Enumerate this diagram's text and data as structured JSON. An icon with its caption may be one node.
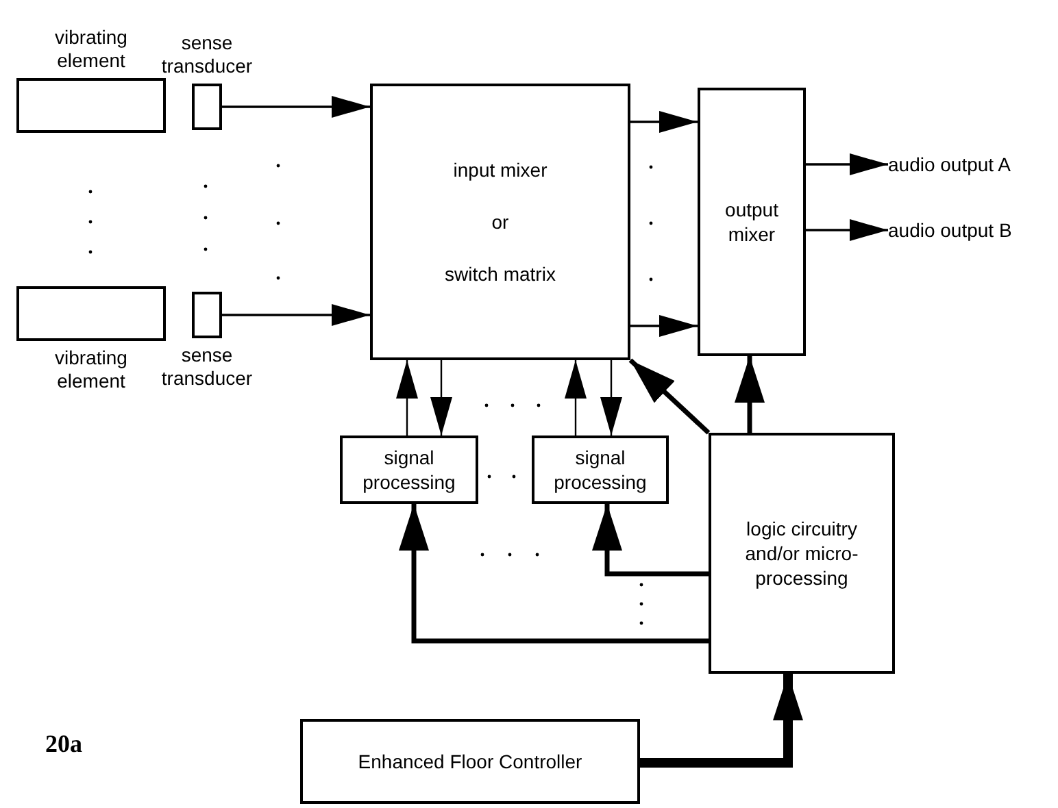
{
  "diagram": {
    "nodes": [
      {
        "text": [
          "vibrating element"
        ]
      },
      {
        "text": [
          "sense transducer"
        ]
      },
      {
        "text": [
          "vibrating element"
        ]
      },
      {
        "text": [
          "sense transducer"
        ]
      },
      {
        "text": [
          "input mixer",
          "or",
          "switch matrix"
        ]
      },
      {
        "text": [
          "output mixer"
        ]
      },
      {
        "text": [
          "audio output A"
        ]
      },
      {
        "text": [
          "audio output B"
        ]
      },
      {
        "text": [
          "signal processing"
        ]
      },
      {
        "text": [
          "signal processing"
        ]
      },
      {
        "text": [
          "logic circuitry and/or micro-processing"
        ]
      },
      {
        "text": [
          "Enhanced Floor Controller"
        ]
      }
    ],
    "edges": [
      {
        "from": 1,
        "to": 4,
        "arrow": "to"
      },
      {
        "from": 3,
        "to": 4,
        "arrow": "to"
      },
      {
        "from": 4,
        "to": 5,
        "arrow": "to"
      },
      {
        "from": 4,
        "to": 5,
        "arrow": "to"
      },
      {
        "from": 5,
        "to": 6,
        "arrow": "to"
      },
      {
        "from": 5,
        "to": 7,
        "arrow": "to"
      },
      {
        "from": 8,
        "to": 4,
        "arrow": "to"
      },
      {
        "from": 4,
        "to": 8,
        "arrow": "to"
      },
      {
        "from": 9,
        "to": 4,
        "arrow": "to"
      },
      {
        "from": 4,
        "to": 9,
        "arrow": "to"
      },
      {
        "from": 10,
        "to": 4,
        "arrow": "to",
        "style": "thick"
      },
      {
        "from": 10,
        "to": 5,
        "arrow": "to",
        "style": "thick"
      },
      {
        "from": 10,
        "to": 9,
        "arrow": "to",
        "style": "thick"
      },
      {
        "from": 10,
        "to": 8,
        "arrow": "to",
        "style": "thick"
      },
      {
        "from": 11,
        "to": 10,
        "arrow": "to",
        "style": "thick"
      }
    ],
    "labels": [
      "20a"
    ]
  }
}
